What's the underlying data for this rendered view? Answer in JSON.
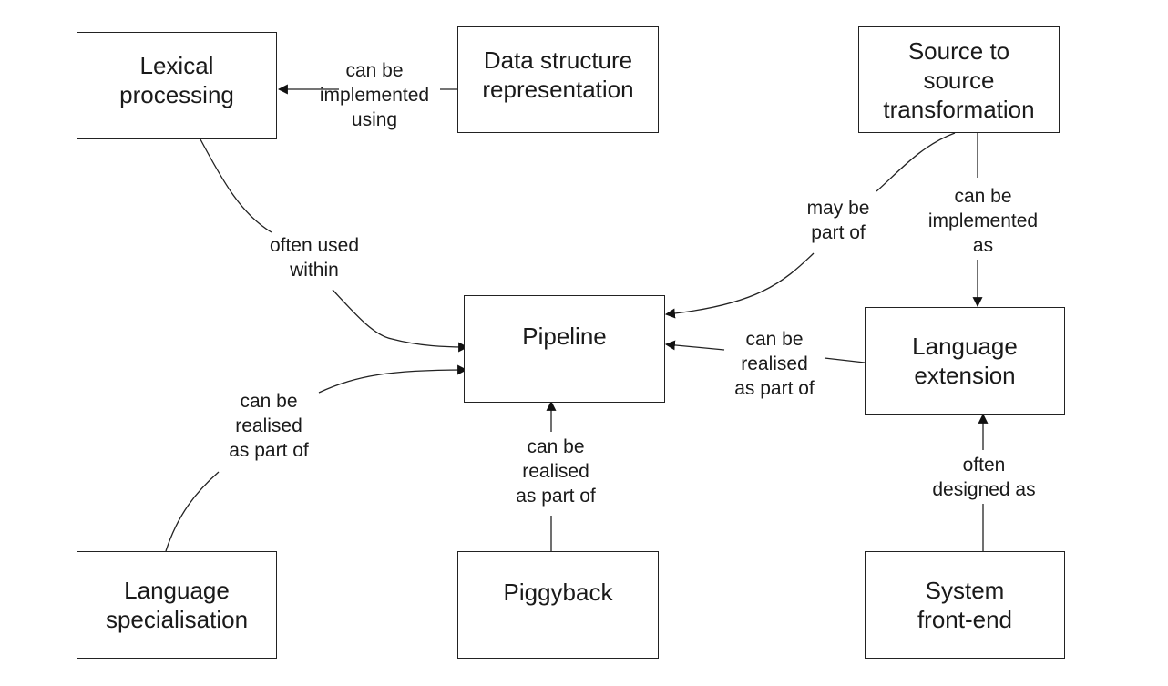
{
  "nodes": {
    "lexical": "Lexical\nprocessing",
    "datastruct": "Data structure\nrepresentation",
    "source": "Source to\nsource\ntransformation",
    "pipeline": "Pipeline",
    "langext": "Language\nextension",
    "langspec": "Language\nspecialisation",
    "piggyback": "Piggyback",
    "frontend": "System\nfront-end"
  },
  "edges": {
    "ds_lex": "can be\nimplemented\nusing",
    "lex_pipe": "often used\nwithin",
    "src_pipe": "may be\npart of",
    "src_ext": "can be\nimplemented\nas",
    "ext_pipe": "can be\nrealised\nas part of",
    "spec_pipe": "can be\nrealised\nas part of",
    "pig_pipe": "can be\nrealised\nas part of",
    "fe_ext": "often\ndesigned as"
  }
}
